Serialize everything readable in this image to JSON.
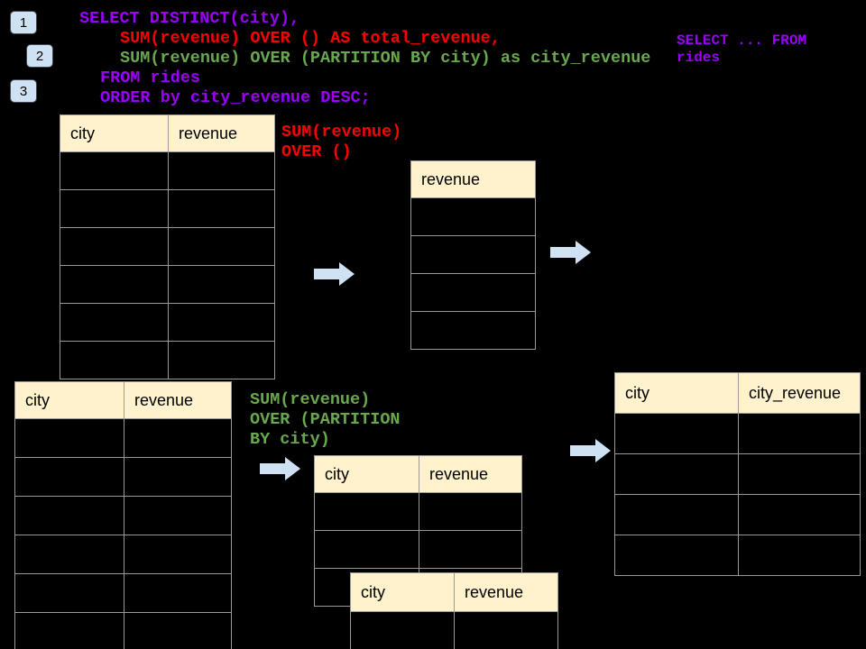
{
  "colors": {
    "background": "#000000",
    "purple": "#9b00ff",
    "red": "#ff0000",
    "green": "#6aa84f",
    "table_header_bg": "#fff2cc",
    "table_border": "#999999",
    "arrow_fill": "#cfe2f3",
    "badge_bg": "#cfe2f3",
    "badge_text": "#000000"
  },
  "badges": [
    {
      "label": "1"
    },
    {
      "label": "2"
    },
    {
      "label": "3"
    }
  ],
  "sql": {
    "lines": [
      {
        "text": "SELECT DISTINCT(city),",
        "color": "purple"
      },
      {
        "text": "SUM(revenue) OVER () AS total_revenue,",
        "color": "red"
      },
      {
        "text": "SUM(revenue) OVER (PARTITION BY city) as city_revenue",
        "color": "green"
      },
      {
        "text": "FROM rides",
        "color": "purple"
      },
      {
        "text": "ORDER by city_revenue DESC;",
        "color": "purple"
      }
    ]
  },
  "side_note": {
    "color": "purple",
    "lines": [
      "SELECT ... FROM",
      "rides"
    ]
  },
  "annotations": {
    "total": {
      "color": "red",
      "lines": [
        "SUM(revenue)",
        "OVER ()"
      ]
    },
    "partition": {
      "color": "green",
      "lines": [
        "SUM(revenue)",
        "OVER (PARTITION",
        "BY city)"
      ]
    }
  },
  "tables": {
    "source_top": {
      "headers": [
        "city",
        "revenue"
      ],
      "body_rows": 6
    },
    "total_revenue": {
      "headers": [
        "revenue"
      ],
      "body_rows": 4
    },
    "source_bottom": {
      "headers": [
        "city",
        "revenue"
      ],
      "body_rows": 6
    },
    "partition_front": {
      "headers": [
        "city",
        "revenue"
      ],
      "body_rows": 3
    },
    "partition_back": {
      "headers": [
        "city",
        "revenue"
      ],
      "body_rows": 1
    },
    "result": {
      "headers": [
        "city",
        "city_revenue"
      ],
      "body_rows": 4
    }
  }
}
